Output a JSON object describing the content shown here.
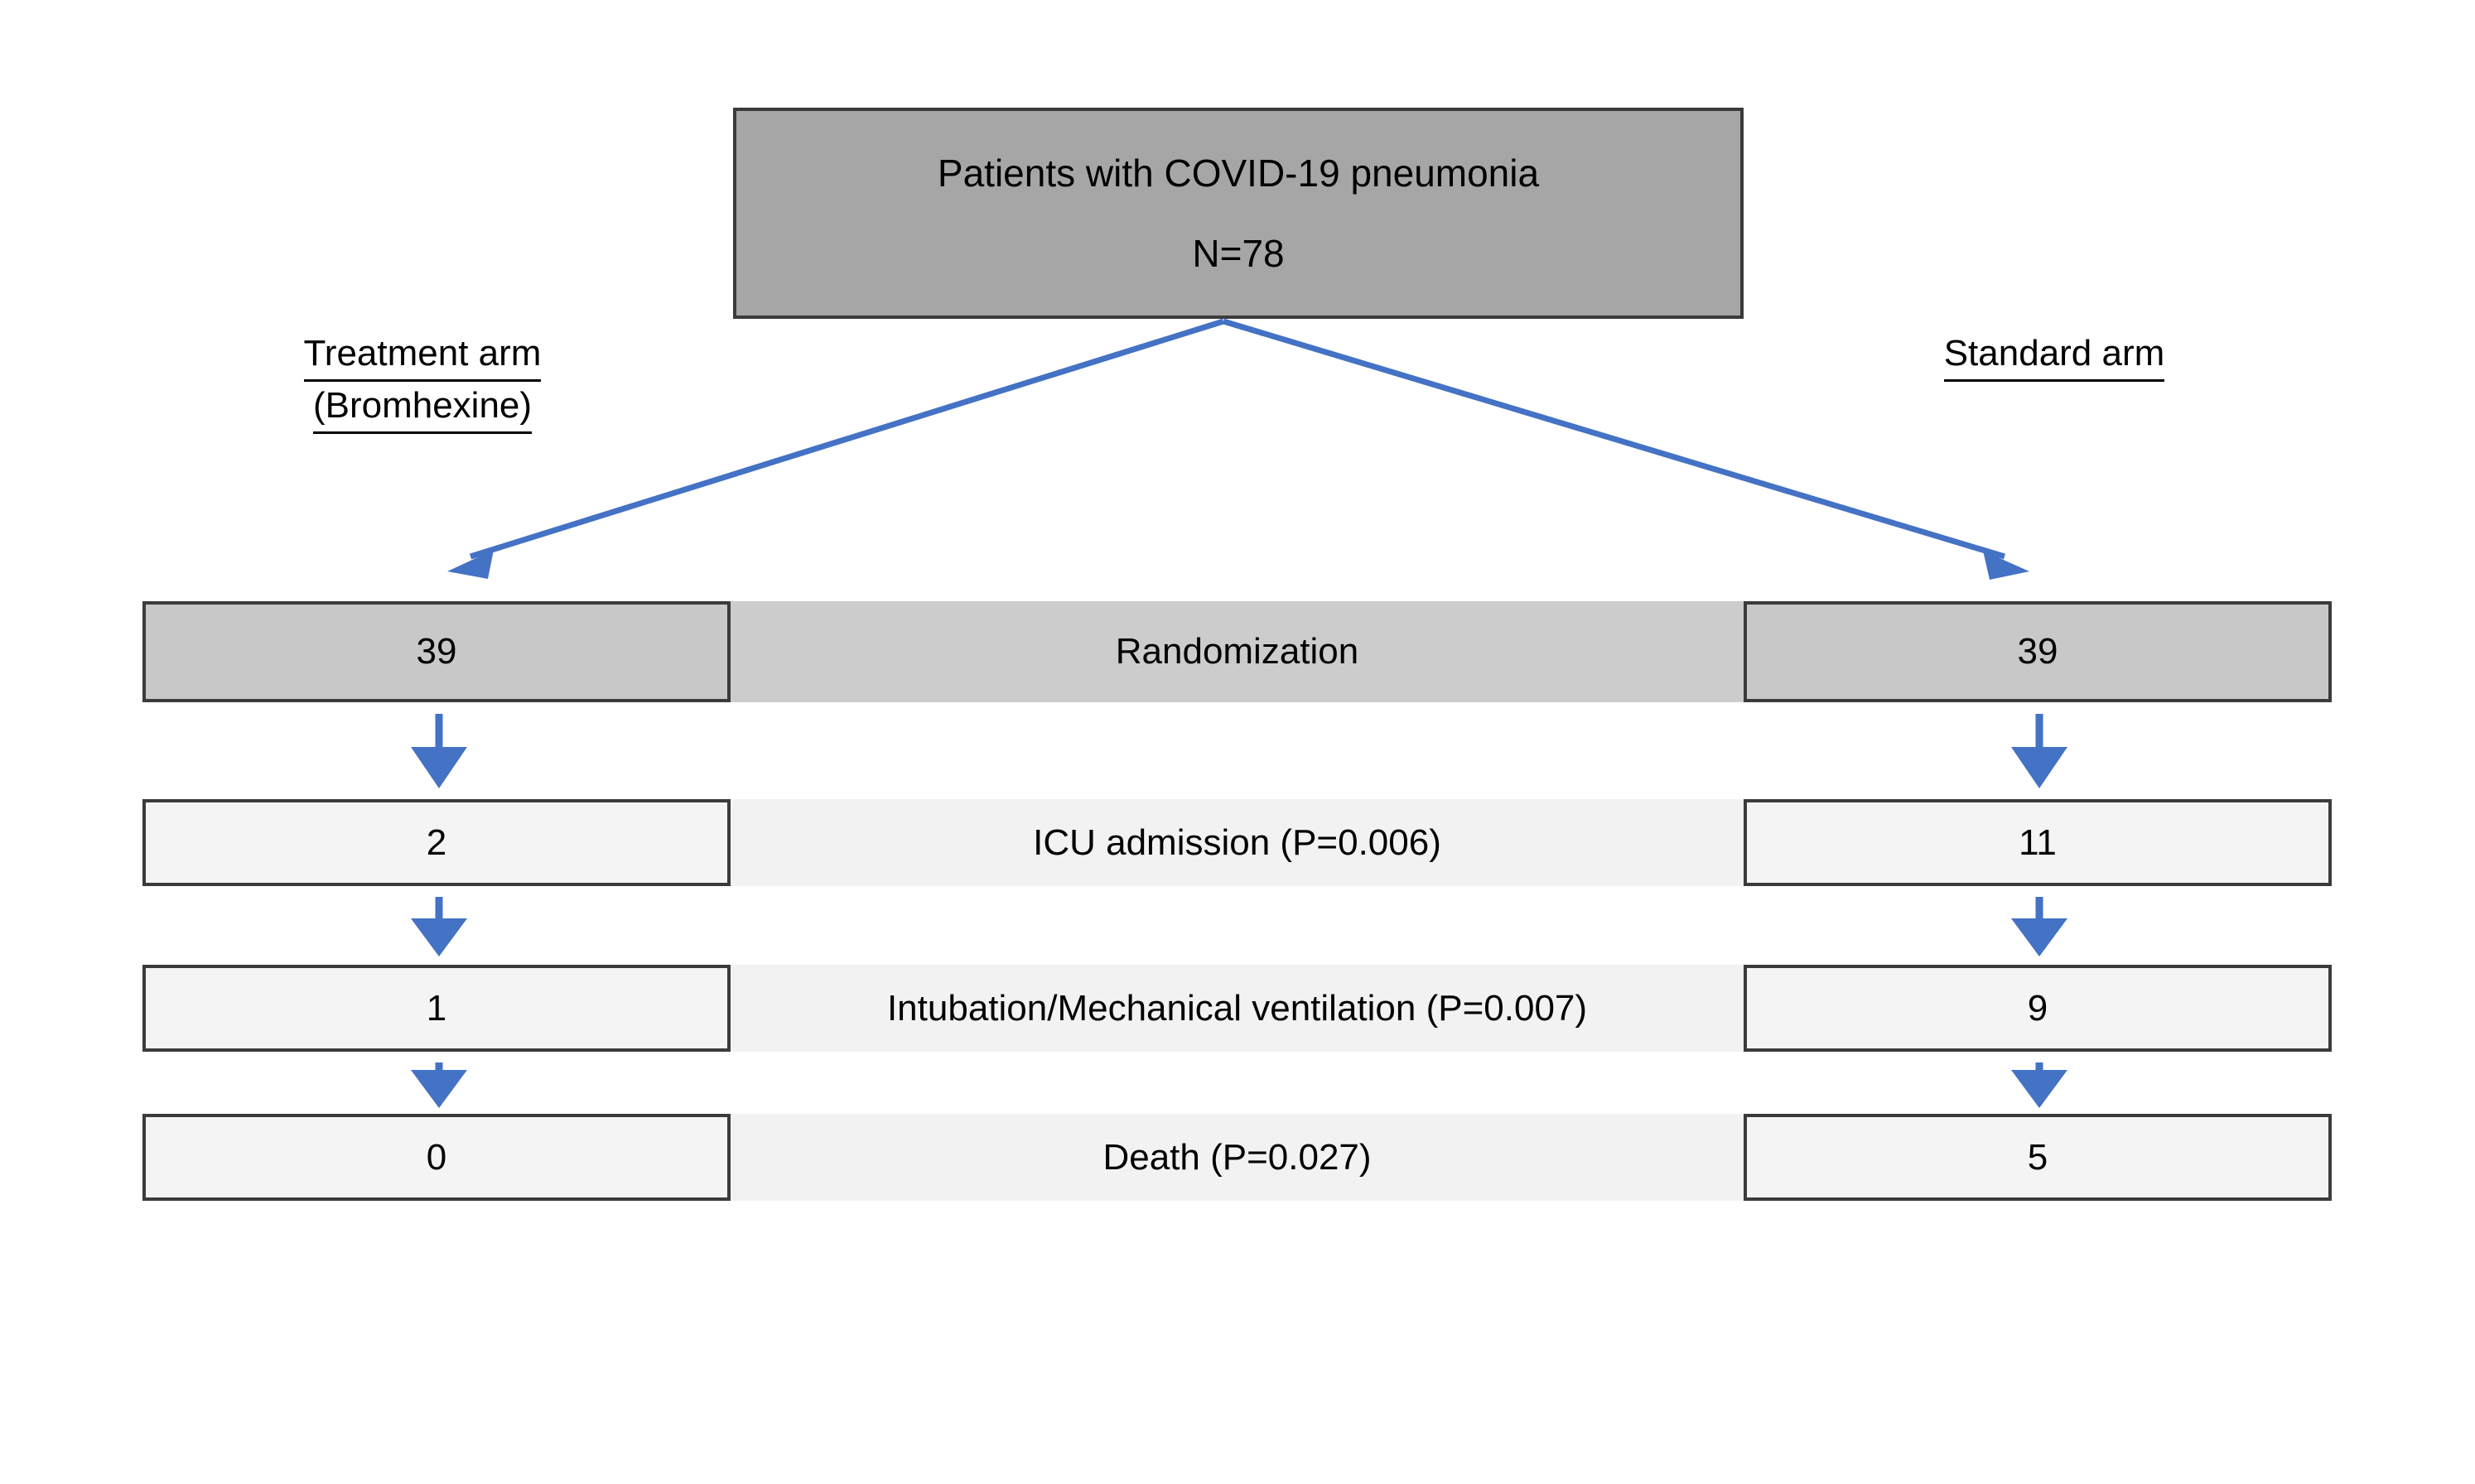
{
  "diagram": {
    "title_box": {
      "line1": "Patients with COVID-19 pneumonia",
      "line2": "N=78",
      "fill_color": "#A6A6A6"
    },
    "arms": {
      "left": {
        "line1": "Treatment arm",
        "line2": "(Bromhexine)"
      },
      "right": {
        "line1": "Standard arm",
        "line2": ""
      }
    },
    "accent_color": "#4472C4",
    "rows": [
      {
        "name": "randomization",
        "label": "Randomization",
        "left_value": "39",
        "right_value": "39",
        "fill_color": "#CCCCCC"
      },
      {
        "name": "icu-admission",
        "label": "ICU admission (P=0.006)",
        "left_value": "2",
        "right_value": "11",
        "fill_color": "#F2F2F2"
      },
      {
        "name": "intubation",
        "label": "Intubation/Mechanical ventilation (P=0.007)",
        "left_value": "1",
        "right_value": "9",
        "fill_color": "#F2F2F2"
      },
      {
        "name": "death",
        "label": "Death (P=0.027)",
        "left_value": "0",
        "right_value": "5",
        "fill_color": "#F2F2F2"
      }
    ]
  }
}
